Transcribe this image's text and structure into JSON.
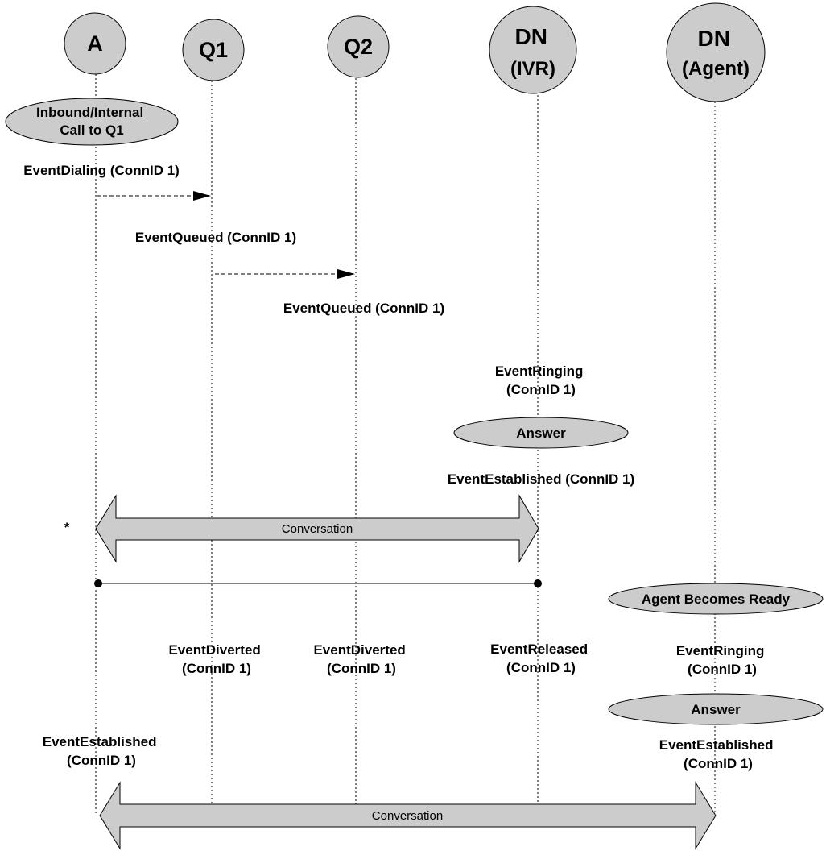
{
  "lifelines": [
    {
      "id": "a",
      "lines": [
        "A"
      ]
    },
    {
      "id": "q1",
      "lines": [
        "Q1"
      ]
    },
    {
      "id": "q2",
      "lines": [
        "Q2"
      ]
    },
    {
      "id": "dn_ivr",
      "lines": [
        "DN",
        "(IVR)"
      ]
    },
    {
      "id": "dn_agent",
      "lines": [
        "DN",
        "(Agent)"
      ]
    }
  ],
  "actions": {
    "inbound_call": [
      "Inbound/Internal",
      "Call to Q1"
    ],
    "answer_ivr": [
      "Answer"
    ],
    "agent_ready": [
      "Agent Becomes Ready"
    ],
    "answer_agent": [
      "Answer"
    ]
  },
  "events": {
    "a_dialing": [
      "EventDialing (ConnID 1)"
    ],
    "q1_queued": [
      "EventQueued (ConnID 1)"
    ],
    "q2_queued": [
      "EventQueued (ConnID 1)"
    ],
    "ivr_ringing": [
      "EventRinging",
      "(ConnID 1)"
    ],
    "ivr_established": [
      "EventEstablished (ConnID 1)"
    ],
    "q1_diverted": [
      "EventDiverted",
      "(ConnID 1)"
    ],
    "q2_diverted": [
      "EventDiverted",
      "(ConnID 1)"
    ],
    "ivr_released": [
      "EventReleased",
      "(ConnID 1)"
    ],
    "agent_ringing": [
      "EventRinging",
      "(ConnID 1)"
    ],
    "a_established": [
      "EventEstablished",
      "(ConnID 1)"
    ],
    "agent_established": [
      "EventEstablished",
      "(ConnID 1)"
    ]
  },
  "conversations": {
    "first": "Conversation",
    "second": "Conversation"
  },
  "marks": {
    "stray": "*"
  },
  "colors": {
    "shape_fill": "#cccccc",
    "stroke": "#000000",
    "line": "#000000"
  }
}
